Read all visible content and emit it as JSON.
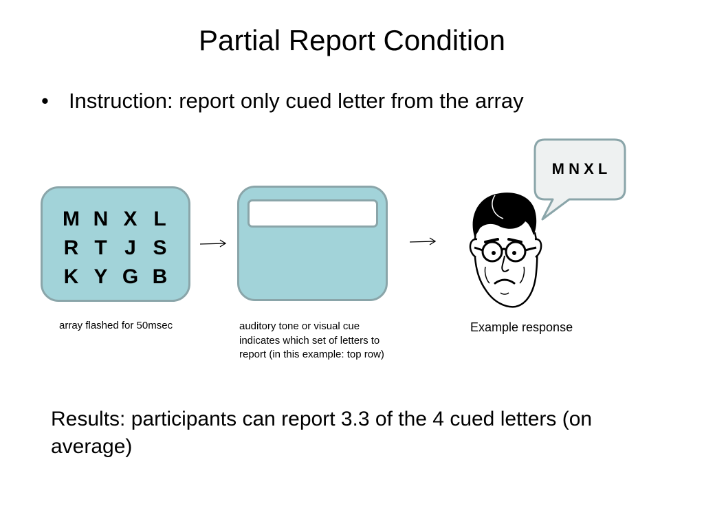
{
  "slide": {
    "title": "Partial Report Condition",
    "bullet": {
      "symbol": "•",
      "text": "Instruction: report only cued letter from the array"
    },
    "array_letters": [
      [
        "M",
        "N",
        "X",
        "L"
      ],
      [
        "R",
        "T",
        "J",
        "S"
      ],
      [
        "K",
        "Y",
        "G",
        "B"
      ]
    ],
    "captions": {
      "array": "array flashed for 50msec",
      "cue": "auditory tone or visual cue indicates which set of letters to report (in this example: top row)",
      "response": "Example response"
    },
    "speech_bubble": "M N X L",
    "results": "Results: participants can report 3.3 of the 4 cued letters (on average)",
    "colors": {
      "card_fill": "#a2d3d9",
      "card_border": "#8aa5a9",
      "bubble_fill": "#eef1f1"
    }
  }
}
